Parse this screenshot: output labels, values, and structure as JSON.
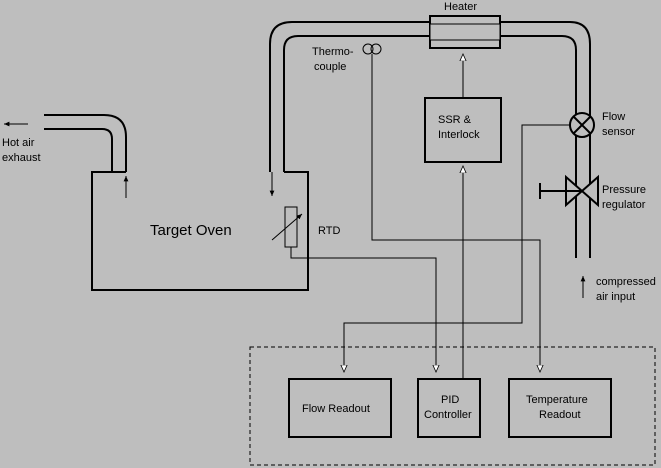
{
  "colors": {
    "background": "#bebebe",
    "stroke": "#000000",
    "heater_fill": "#b0b0b0"
  },
  "labels": {
    "heater": "Heater",
    "thermocouple_line1": "Thermo-",
    "thermocouple_line2": "couple",
    "hot_air_line1": "Hot air",
    "hot_air_line2": "exhaust",
    "target_oven": "Target Oven",
    "rtd": "RTD",
    "ssr_line1": "SSR &",
    "ssr_line2": "Interlock",
    "flow_sensor_line1": "Flow",
    "flow_sensor_line2": "sensor",
    "pressure_line1": "Pressure",
    "pressure_line2": "regulator",
    "compressed_line1": "compressed",
    "compressed_line2": "air input"
  },
  "readouts": {
    "flow": "Flow Readout",
    "pid_line1": "PID",
    "pid_line2": "Controller",
    "temp_line1": "Temperature",
    "temp_line2": "Readout"
  },
  "icons": [
    "heater-icon",
    "thermocouple-icon",
    "flow-sensor-icon",
    "pressure-regulator-icon",
    "rtd-icon",
    "arrow-icon"
  ]
}
